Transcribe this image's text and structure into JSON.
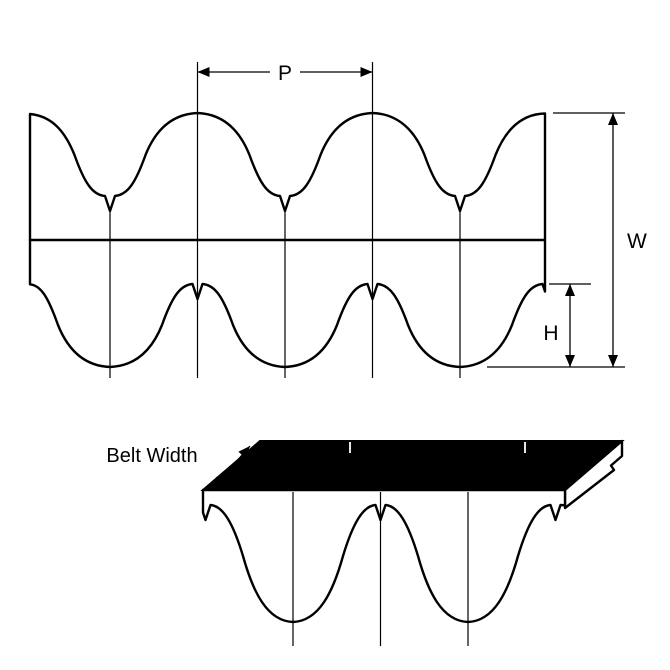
{
  "diagram": {
    "labels": {
      "pitch": "P",
      "overall_width": "W",
      "tooth_height": "H",
      "belt_width": "Belt Width"
    },
    "colors": {
      "line": "#000000",
      "belt_fill": "#ffffff",
      "belt_top_face": "#000000",
      "background": "#ffffff"
    }
  }
}
